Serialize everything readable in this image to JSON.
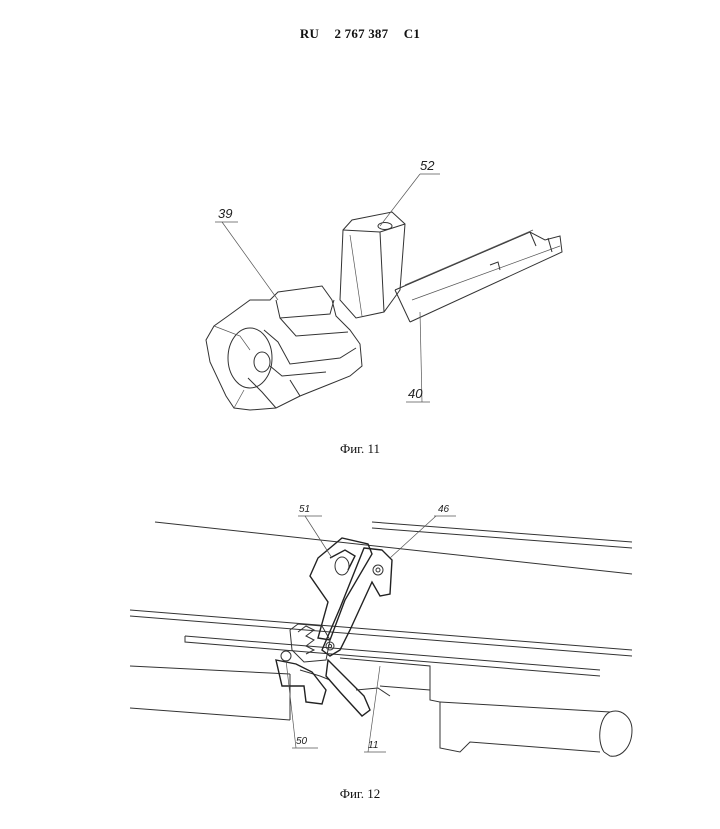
{
  "header": {
    "country": "RU",
    "number": "2 767 387",
    "kind": "C1"
  },
  "figures": [
    {
      "caption": "Фиг. 11",
      "labels": [
        "52",
        "39",
        "40"
      ]
    },
    {
      "caption": "Фиг. 12",
      "labels": [
        "51",
        "46",
        "50",
        "11"
      ]
    }
  ]
}
